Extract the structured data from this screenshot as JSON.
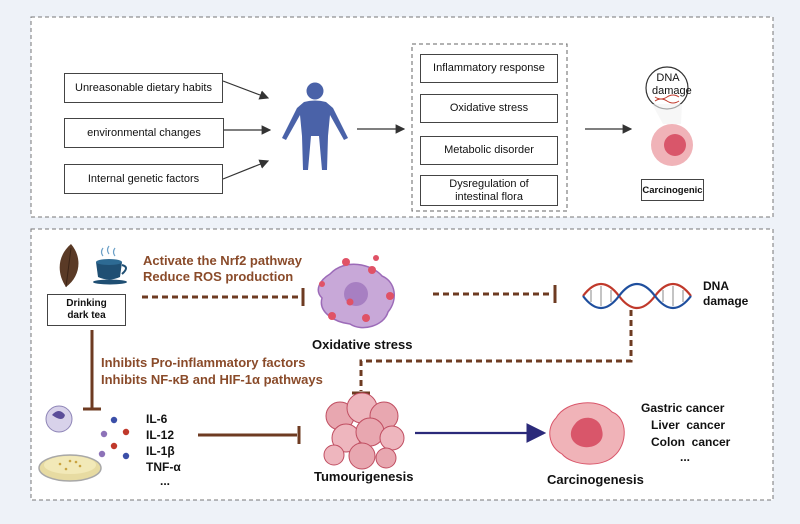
{
  "top_panel": {
    "causes": [
      "Unreasonable dietary habits",
      "environmental changes",
      "Internal genetic factors"
    ],
    "effects": [
      "Inflammatory response",
      "Oxidative stress",
      "Metabolic disorder",
      "Dysregulation of intestinal flora"
    ],
    "dna_badge": "DNA damage",
    "result_label": "Carcinogenic"
  },
  "bottom_panel": {
    "source_label": "Drinking dark tea",
    "nrf2_action": [
      "Activate the Nrf2 pathway",
      "Reduce ROS production"
    ],
    "oxidative_label": "Oxidative stress",
    "dna_label": "DNA damage",
    "inflam_action": [
      "Inhibits Pro-inflammatory factors",
      "Inhibits NF-κB and HIF-1α pathways"
    ],
    "cytokines": [
      "IL-6",
      "IL-12",
      "IL-1β",
      "TNF-α",
      "..."
    ],
    "tumour_label": "Tumourigenesis",
    "carcino_label": "Carcinogenesis",
    "cancers": [
      "Gastric cancer",
      "Liver  cancer",
      "Colon  cancer",
      "..."
    ]
  },
  "colors": {
    "brown": "#8a4b2a",
    "navy": "#2b2a7a",
    "figure": "#4a62a8",
    "pink": "#e8a7b0"
  }
}
